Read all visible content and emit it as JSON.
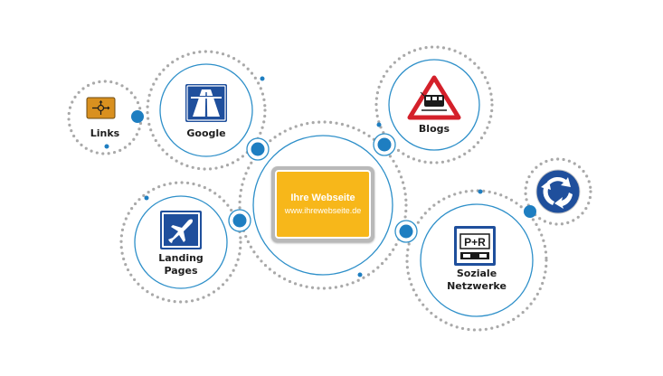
{
  "colors": {
    "accent_blue": "#1e7ec1",
    "ring_line": "#2d8fc9",
    "dot_gray": "#a9a9a9",
    "sign_blue": "#1f4f9c",
    "sign_orange": "#d9901f",
    "sign_yellow": "#f7b71a",
    "sign_red": "#d4202a"
  },
  "center": {
    "title": "Ihre Webseite",
    "url": "www.ihrewebseite.de",
    "icon": "place-name-sign"
  },
  "nodes": [
    {
      "id": "links",
      "label": [
        "Links"
      ],
      "icon": "junction-sign-icon"
    },
    {
      "id": "google",
      "label": [
        "Google"
      ],
      "icon": "autobahn-sign-icon"
    },
    {
      "id": "blogs",
      "label": [
        "Blogs"
      ],
      "icon": "railway-crossing-sign-icon"
    },
    {
      "id": "landing-pages",
      "label": [
        "Landing",
        "Pages"
      ],
      "icon": "airport-sign-icon"
    },
    {
      "id": "soziale-netzwerke",
      "label": [
        "Soziale",
        "Netzwerke"
      ],
      "icon": "park-and-ride-sign-icon"
    },
    {
      "id": "roundabout",
      "label": [],
      "icon": "roundabout-sign-icon"
    }
  ],
  "icon_text": {
    "park_and_ride": "P+R"
  }
}
